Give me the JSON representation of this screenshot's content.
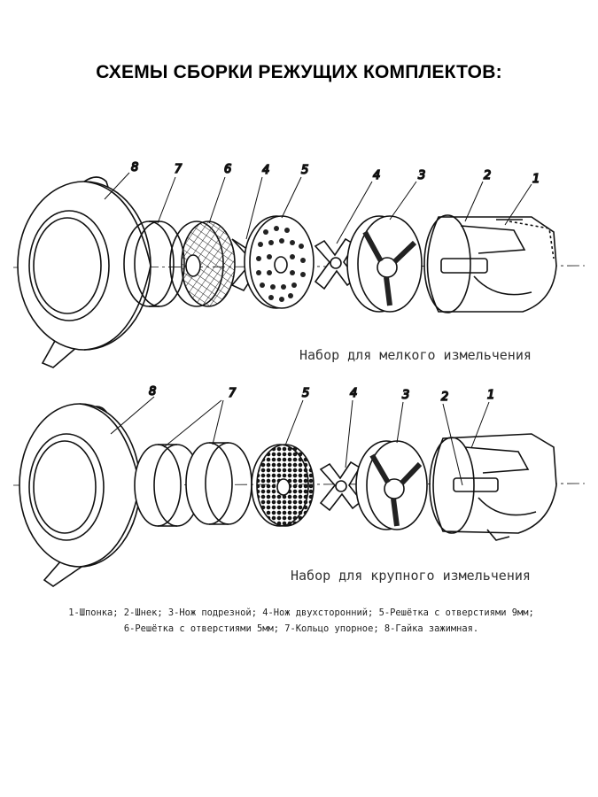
{
  "title": "СХЕМЫ СБОРКИ РЕЖУЩИХ КОМПЛЕКТОВ:",
  "diagram1": {
    "caption": "Набор для мелкого измельчения",
    "labels": [
      "8",
      "7",
      "6",
      "4",
      "5",
      "4",
      "3",
      "2",
      "1"
    ]
  },
  "diagram2": {
    "caption": "Набор для крупного измельчения",
    "labels": [
      "8",
      "7",
      "5",
      "4",
      "3",
      "2",
      "1"
    ]
  },
  "legend": {
    "line1": "1-Шпонка; 2-Шнек; 3-Нож подрезной; 4-Нож двухсторонний; 5-Решётка с отверстиями 9мм;",
    "line2": "6-Решётка с отверстиями 5мм; 7-Кольцо упорное; 8-Гайка зажимная."
  }
}
